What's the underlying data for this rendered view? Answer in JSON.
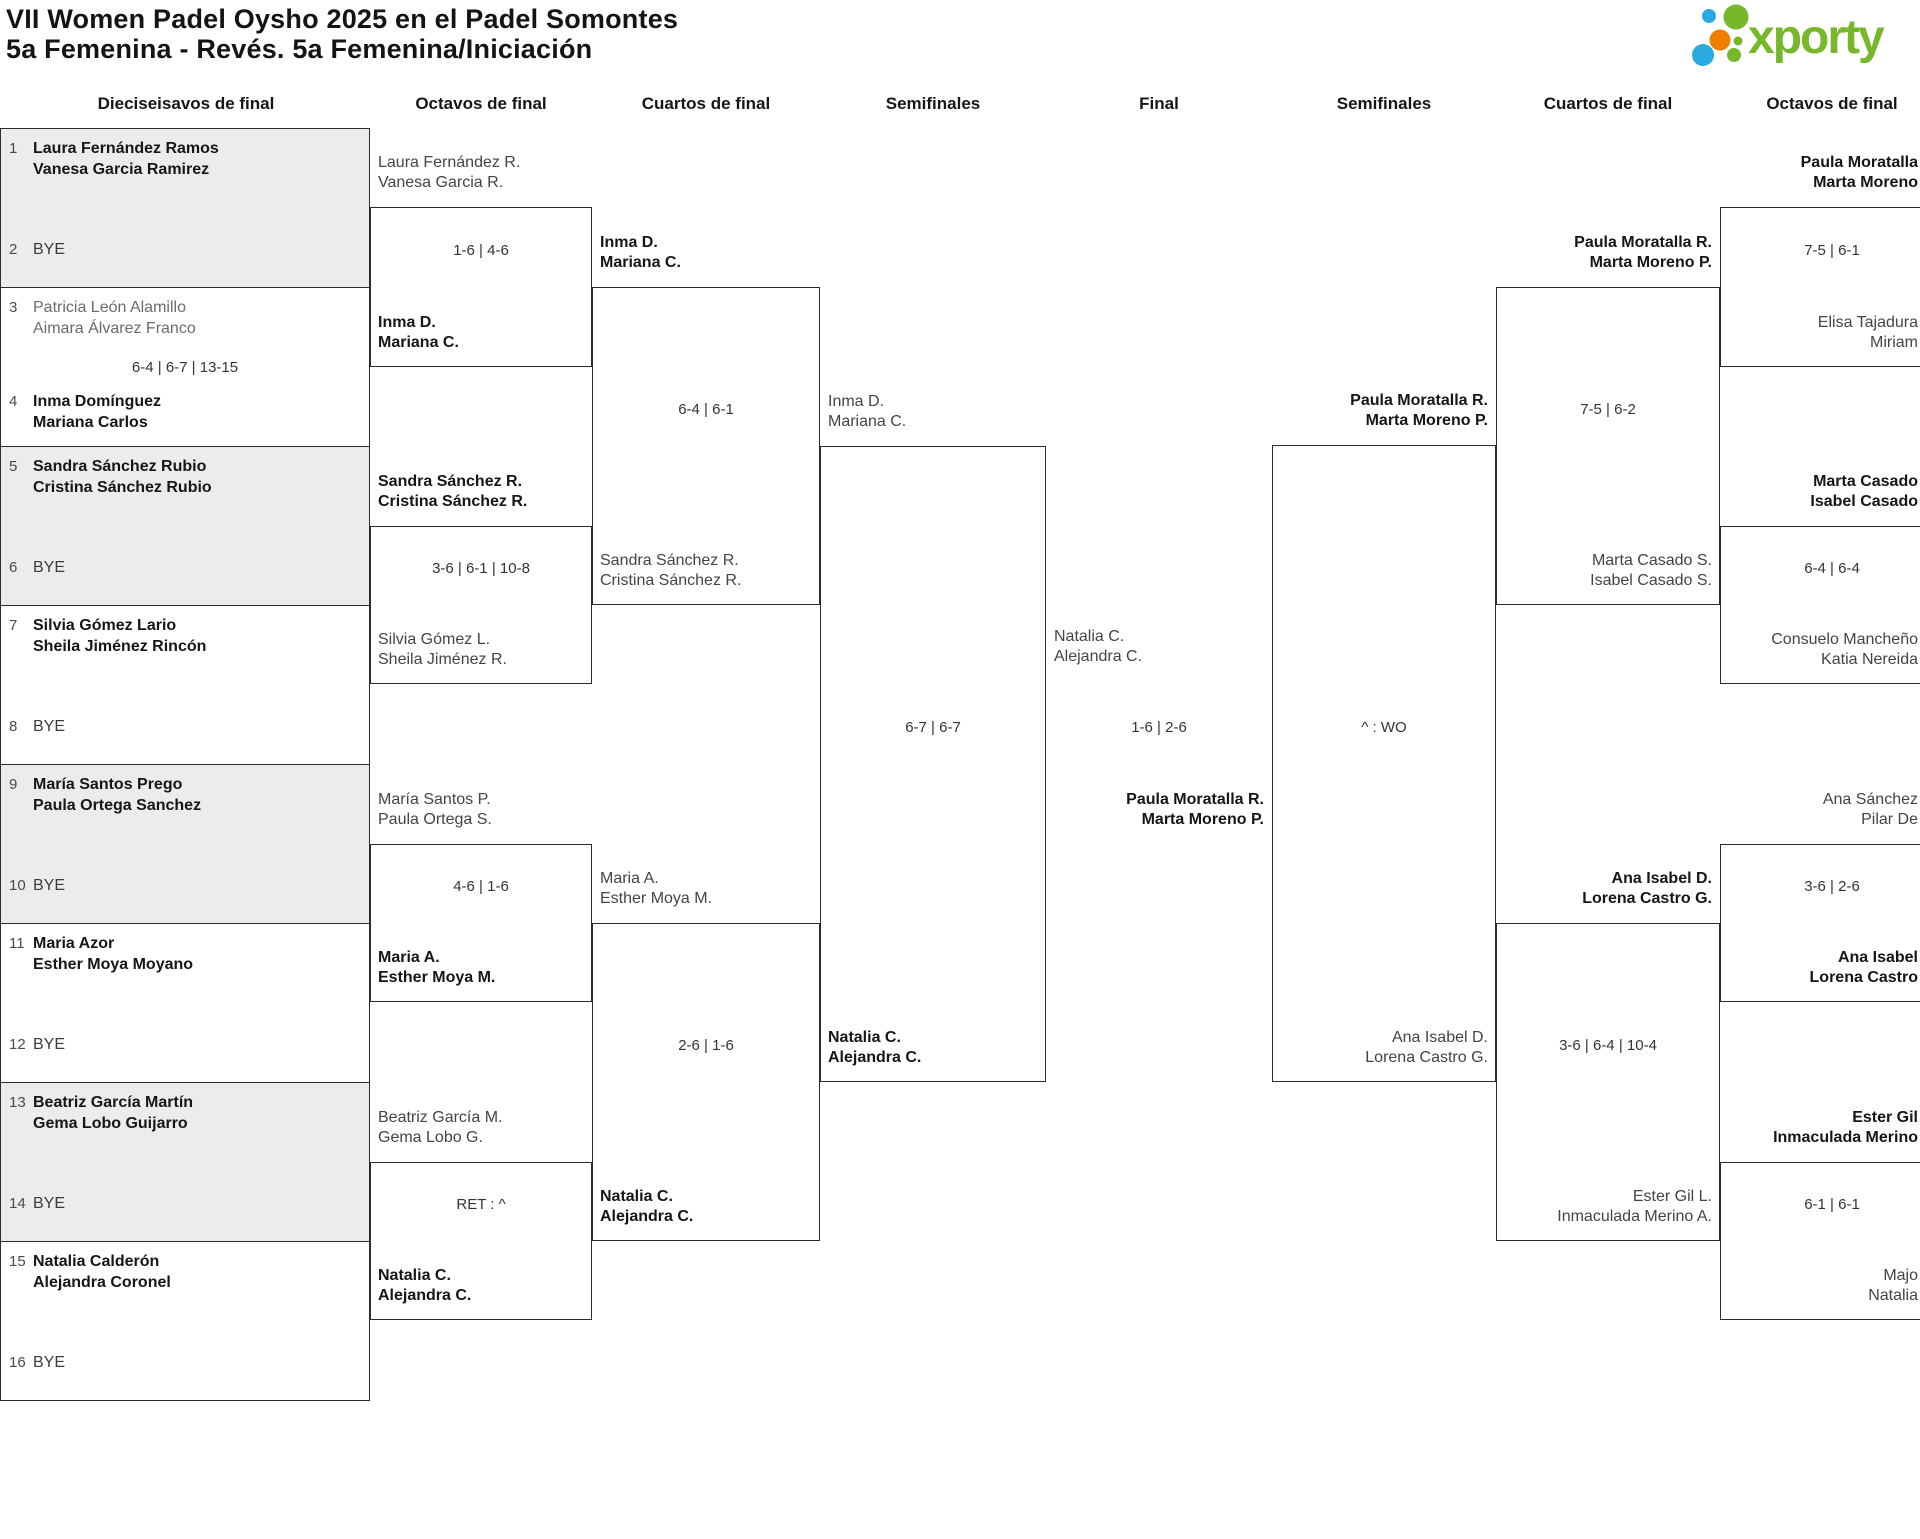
{
  "title": {
    "line1": "VII Women Padel Oysho 2025 en el Padel Somontes",
    "line2": "5a Femenina - Revés. 5a Femenina/Iniciación"
  },
  "logo": {
    "wordmark": "xporty",
    "green": "#76b82a",
    "blue": "#29abe2",
    "orange": "#ef7d00"
  },
  "round_headers": [
    "Dieciseisavos de final",
    "Octavos de final",
    "Cuartos de final",
    "Semifinales",
    "Final",
    "Semifinales",
    "Cuartos de final",
    "Octavos de final"
  ],
  "r32": [
    {
      "seed1": "1",
      "team1": [
        "Laura Fernández Ramos",
        "Vanesa Garcia Ramirez"
      ],
      "seed2": "2",
      "team2": [
        "BYE"
      ],
      "score": ""
    },
    {
      "seed1": "3",
      "team1": [
        "Patricia León Alamillo",
        "Aimara Álvarez Franco"
      ],
      "seed2": "4",
      "team2": [
        "Inma Domínguez",
        "Mariana Carlos"
      ],
      "score": "6-4 | 6-7 | 13-15"
    },
    {
      "seed1": "5",
      "team1": [
        "Sandra Sánchez Rubio",
        "Cristina Sánchez Rubio"
      ],
      "seed2": "6",
      "team2": [
        "BYE"
      ],
      "score": ""
    },
    {
      "seed1": "7",
      "team1": [
        "Silvia Gómez Lario",
        "Sheila Jiménez Rincón"
      ],
      "seed2": "8",
      "team2": [
        "BYE"
      ],
      "score": ""
    },
    {
      "seed1": "9",
      "team1": [
        "María Santos Prego",
        "Paula Ortega Sanchez"
      ],
      "seed2": "10",
      "team2": [
        "BYE"
      ],
      "score": ""
    },
    {
      "seed1": "11",
      "team1": [
        "Maria Azor",
        "Esther Moya Moyano"
      ],
      "seed2": "12",
      "team2": [
        "BYE"
      ],
      "score": ""
    },
    {
      "seed1": "13",
      "team1": [
        "Beatriz García Martín",
        "Gema Lobo Guijarro"
      ],
      "seed2": "14",
      "team2": [
        "BYE"
      ],
      "score": ""
    },
    {
      "seed1": "15",
      "team1": [
        "Natalia Calderón",
        "Alejandra Coronel"
      ],
      "seed2": "16",
      "team2": [
        "BYE"
      ],
      "score": ""
    }
  ],
  "r16_left": [
    {
      "team1": [
        "Laura Fernández R.",
        "Vanesa Garcia R."
      ],
      "score": "1-6 | 4-6",
      "team2": [
        "Inma D.",
        "Mariana C."
      ]
    },
    {
      "team1": [
        "Sandra Sánchez R.",
        "Cristina Sánchez R."
      ],
      "score": "3-6 | 6-1 | 10-8",
      "team2": [
        "Silvia Gómez L.",
        "Sheila Jiménez R."
      ]
    },
    {
      "team1": [
        "María Santos P.",
        "Paula Ortega S."
      ],
      "score": "4-6 | 1-6",
      "team2": [
        "Maria A.",
        "Esther Moya M."
      ]
    },
    {
      "team1": [
        "Beatriz García M.",
        "Gema Lobo G."
      ],
      "score": "RET : ^",
      "team2": [
        "Natalia C.",
        "Alejandra C."
      ]
    }
  ],
  "qf_left": [
    {
      "team1": [
        "Inma D.",
        "Mariana C."
      ],
      "score": "6-4 | 6-1",
      "team2": [
        "Sandra Sánchez R.",
        "Cristina Sánchez R."
      ]
    },
    {
      "team1": [
        "Maria A.",
        "Esther Moya M."
      ],
      "score": "2-6 | 1-6",
      "team2": [
        "Natalia C.",
        "Alejandra C."
      ]
    }
  ],
  "sf_left": {
    "team1": [
      "Inma D.",
      "Mariana C."
    ],
    "score": "6-7 | 6-7",
    "team2": [
      "Natalia C.",
      "Alejandra C."
    ]
  },
  "final": {
    "team1": [
      "Natalia C.",
      "Alejandra C."
    ],
    "score": "1-6 | 2-6",
    "winner": [
      "Paula Moratalla R.",
      "Marta Moreno P."
    ]
  },
  "sf_right": {
    "team1": [
      "Paula Moratalla R.",
      "Marta Moreno P."
    ],
    "score": "^ : WO",
    "team2": [
      "Ana Isabel D.",
      "Lorena Castro G."
    ]
  },
  "qf_right": [
    {
      "team1": [
        "Paula Moratalla R.",
        "Marta Moreno P."
      ],
      "score": "7-5 | 6-2",
      "team2": [
        "Marta Casado S.",
        "Isabel Casado S."
      ]
    },
    {
      "team1": [
        "Ana Isabel D.",
        "Lorena Castro G."
      ],
      "score": "3-6 | 6-4 | 10-4",
      "team2": [
        "Ester Gil L.",
        "Inmaculada Merino A."
      ]
    }
  ],
  "r16_right": [
    {
      "team1": [
        "Paula Moratalla",
        "Marta Moreno"
      ],
      "score": "7-5 | 6-1",
      "team2": [
        "Elisa Tajadura",
        "Miriam"
      ]
    },
    {
      "team1": [
        "Marta Casado",
        "Isabel Casado"
      ],
      "score": "6-4 | 6-4",
      "team2": [
        "Consuelo Mancheño",
        "Katia Nereida"
      ]
    },
    {
      "team1": [
        "Ana Sánchez",
        "Pilar De"
      ],
      "score": "3-6 | 2-6",
      "team2": [
        "Ana Isabel",
        "Lorena Castro"
      ]
    },
    {
      "team1": [
        "Ester Gil",
        "Inmaculada Merino"
      ],
      "score": "6-1 | 6-1",
      "team2": [
        "Majo",
        "Natalia"
      ]
    }
  ]
}
